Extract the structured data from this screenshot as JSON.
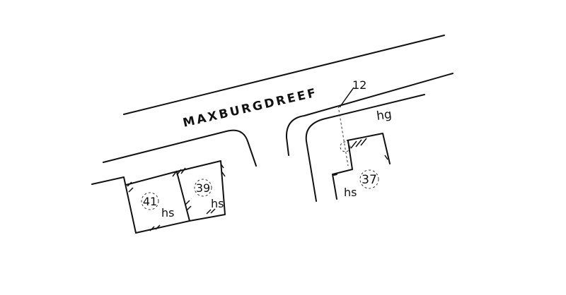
{
  "street": {
    "name": "MAXBURGDREEF"
  },
  "point_marker": {
    "label": "12"
  },
  "area_labels": {
    "right_top": "hg"
  },
  "buildings": [
    {
      "number": "41",
      "type": "hs"
    },
    {
      "number": "39",
      "type": "hs"
    },
    {
      "number": "37",
      "type": "hs"
    }
  ],
  "colors": {
    "ink": "#111111",
    "background": "#ffffff"
  }
}
